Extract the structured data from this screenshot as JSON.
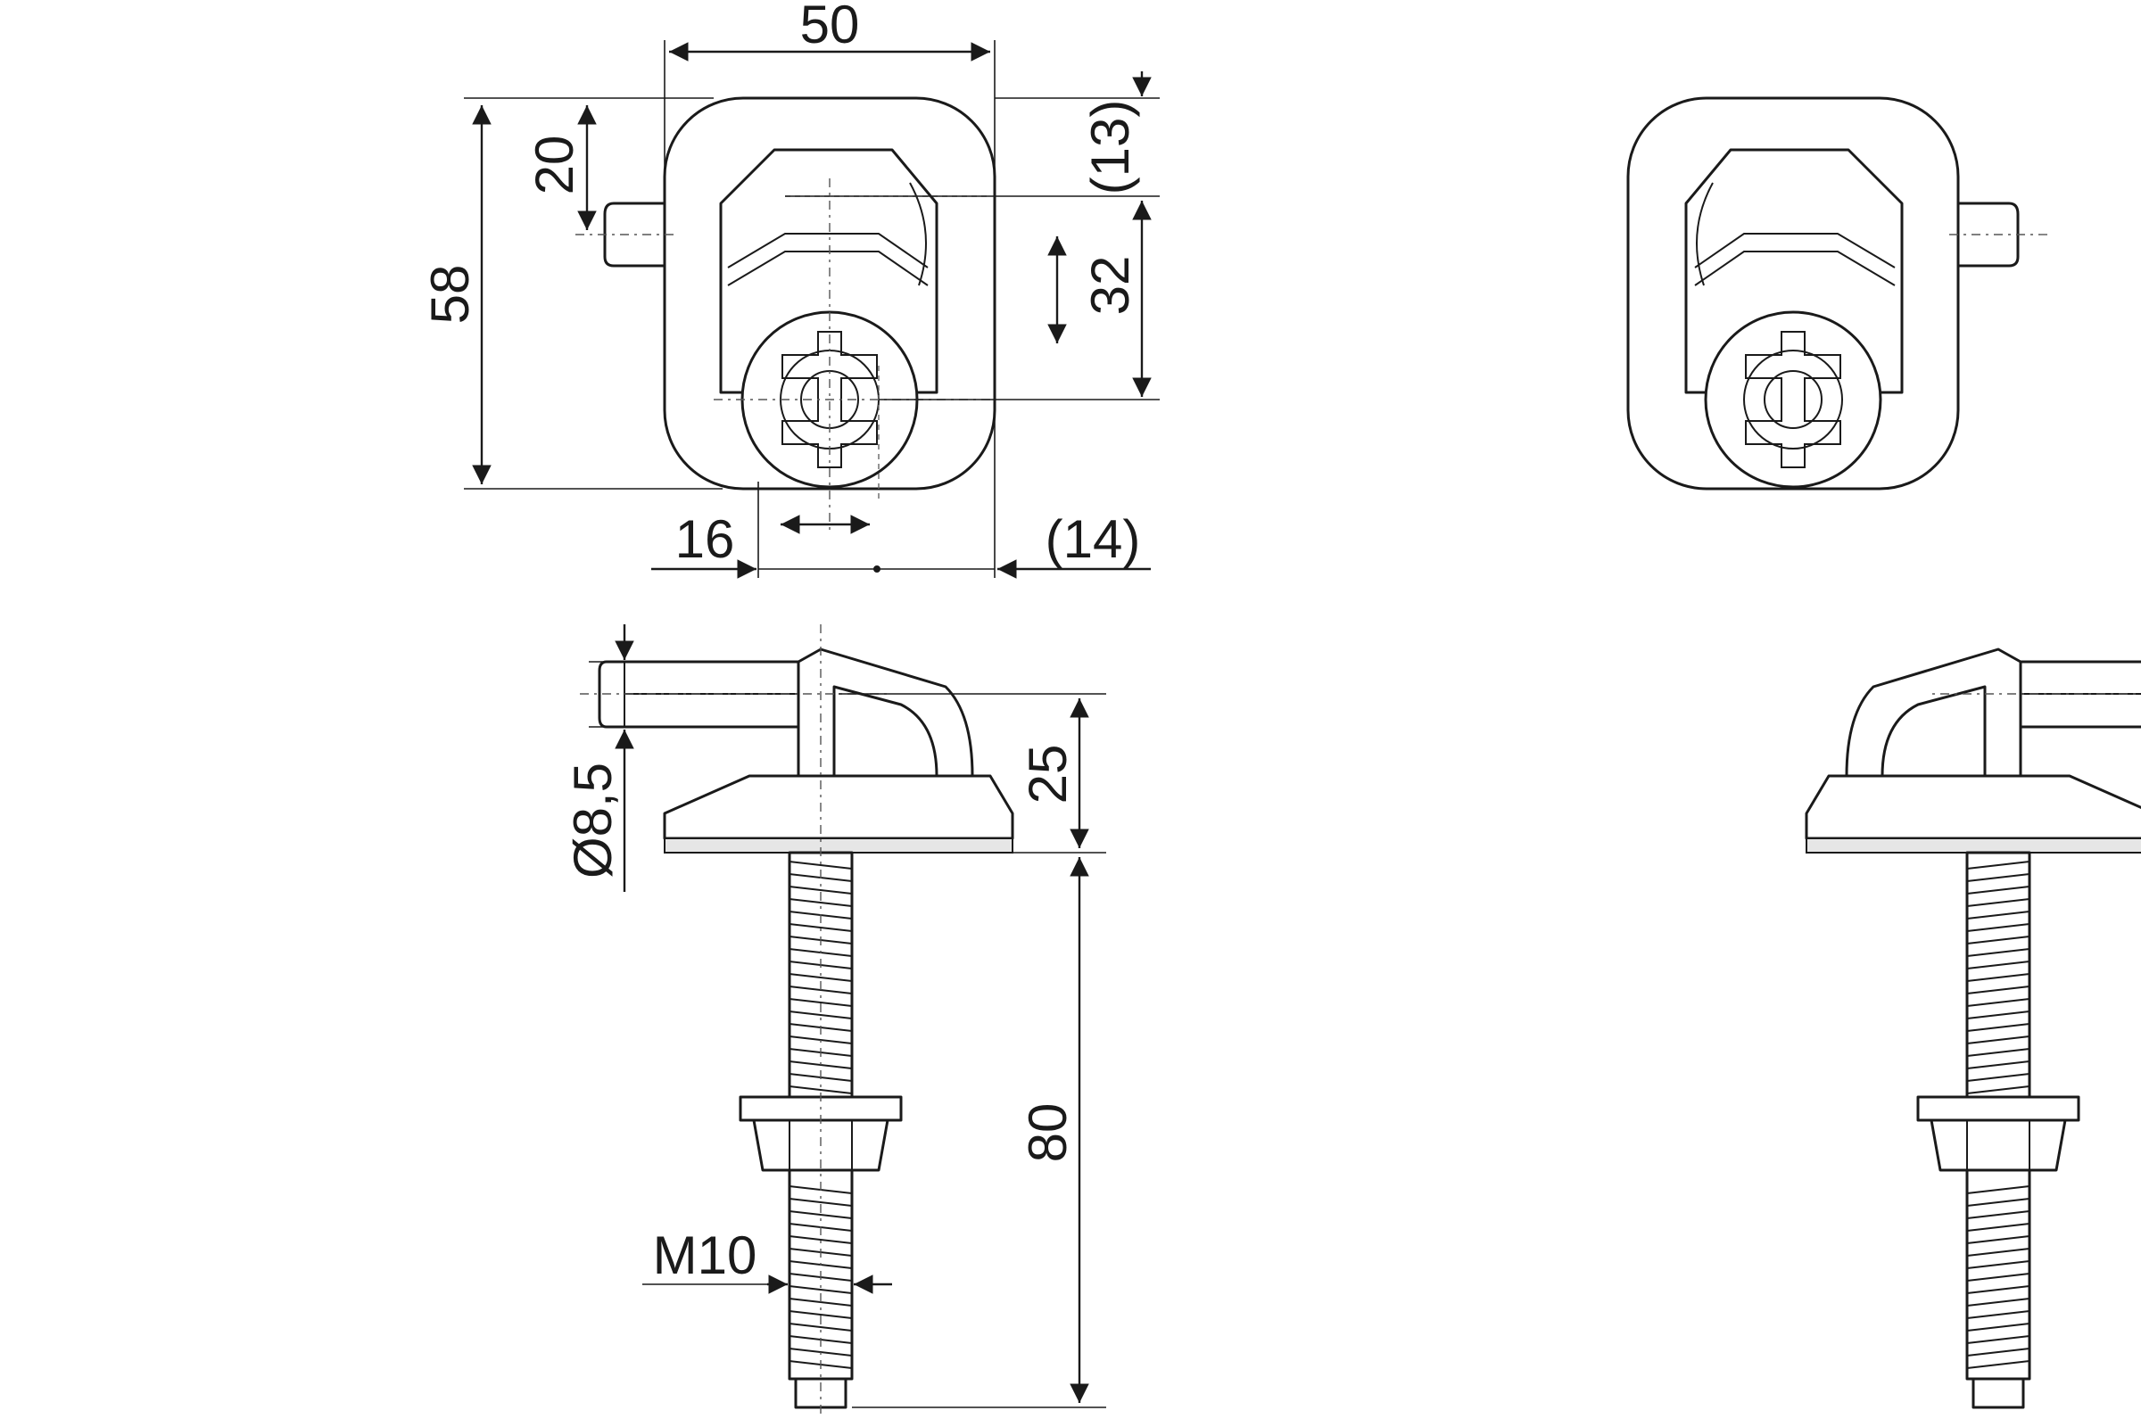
{
  "dimensions": {
    "width_top": "50",
    "height_total": "58",
    "height_pin": "20",
    "offset_top": "(13)",
    "slot_travel": "32",
    "lateral_adjust": "16",
    "offset_bottom": "(14)",
    "pin_diameter": "Ø8,5",
    "head_height": "25",
    "bolt_length": "80",
    "thread": "M10"
  },
  "colors": {
    "line": "#1a1a1a",
    "background": "#ffffff",
    "washer": "#e6e6e6"
  }
}
